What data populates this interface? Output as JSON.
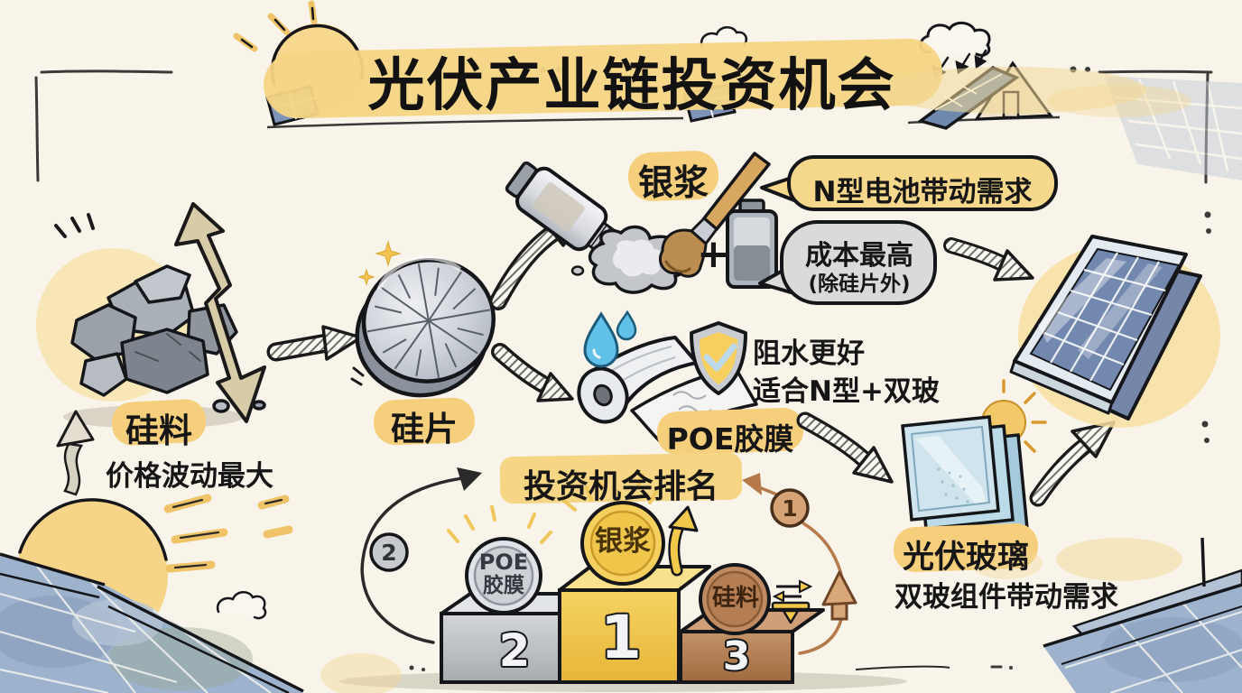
{
  "title": "光伏产业链投资机会",
  "colors": {
    "paper": "#f8f4ea",
    "highlight_yellow": "#f6d584",
    "gold": "#f2c84b",
    "silver": "#c6cacf",
    "bronze": "#c08a60",
    "ink": "#1a1a1a",
    "panel_blue": "#9db2cc",
    "water_blue": "#62c1e8"
  },
  "silicon": {
    "label": "硅料",
    "note": "价格波动最大"
  },
  "wafer": {
    "label": "硅片"
  },
  "silver_paste": {
    "label": "银浆",
    "plus": "+",
    "demand_bubble": "N型电池带动需求",
    "cost_bubble_line1": "成本最高",
    "cost_bubble_line2": "(除硅片外)"
  },
  "poe_film": {
    "label": "POE胶膜",
    "note_line1": "阻水更好",
    "note_line2": "适合N型+双玻"
  },
  "pv_glass": {
    "label": "光伏玻璃",
    "note": "双玻组件带动需求"
  },
  "ranking": {
    "title": "投资机会排名",
    "left_badge": "2",
    "right_badge": "1",
    "first": {
      "rank": "1",
      "coin": "银浆"
    },
    "second": {
      "rank": "2",
      "coin_line1": "POE",
      "coin_line2": "胶膜"
    },
    "third": {
      "rank": "3",
      "coin": "硅料"
    }
  }
}
